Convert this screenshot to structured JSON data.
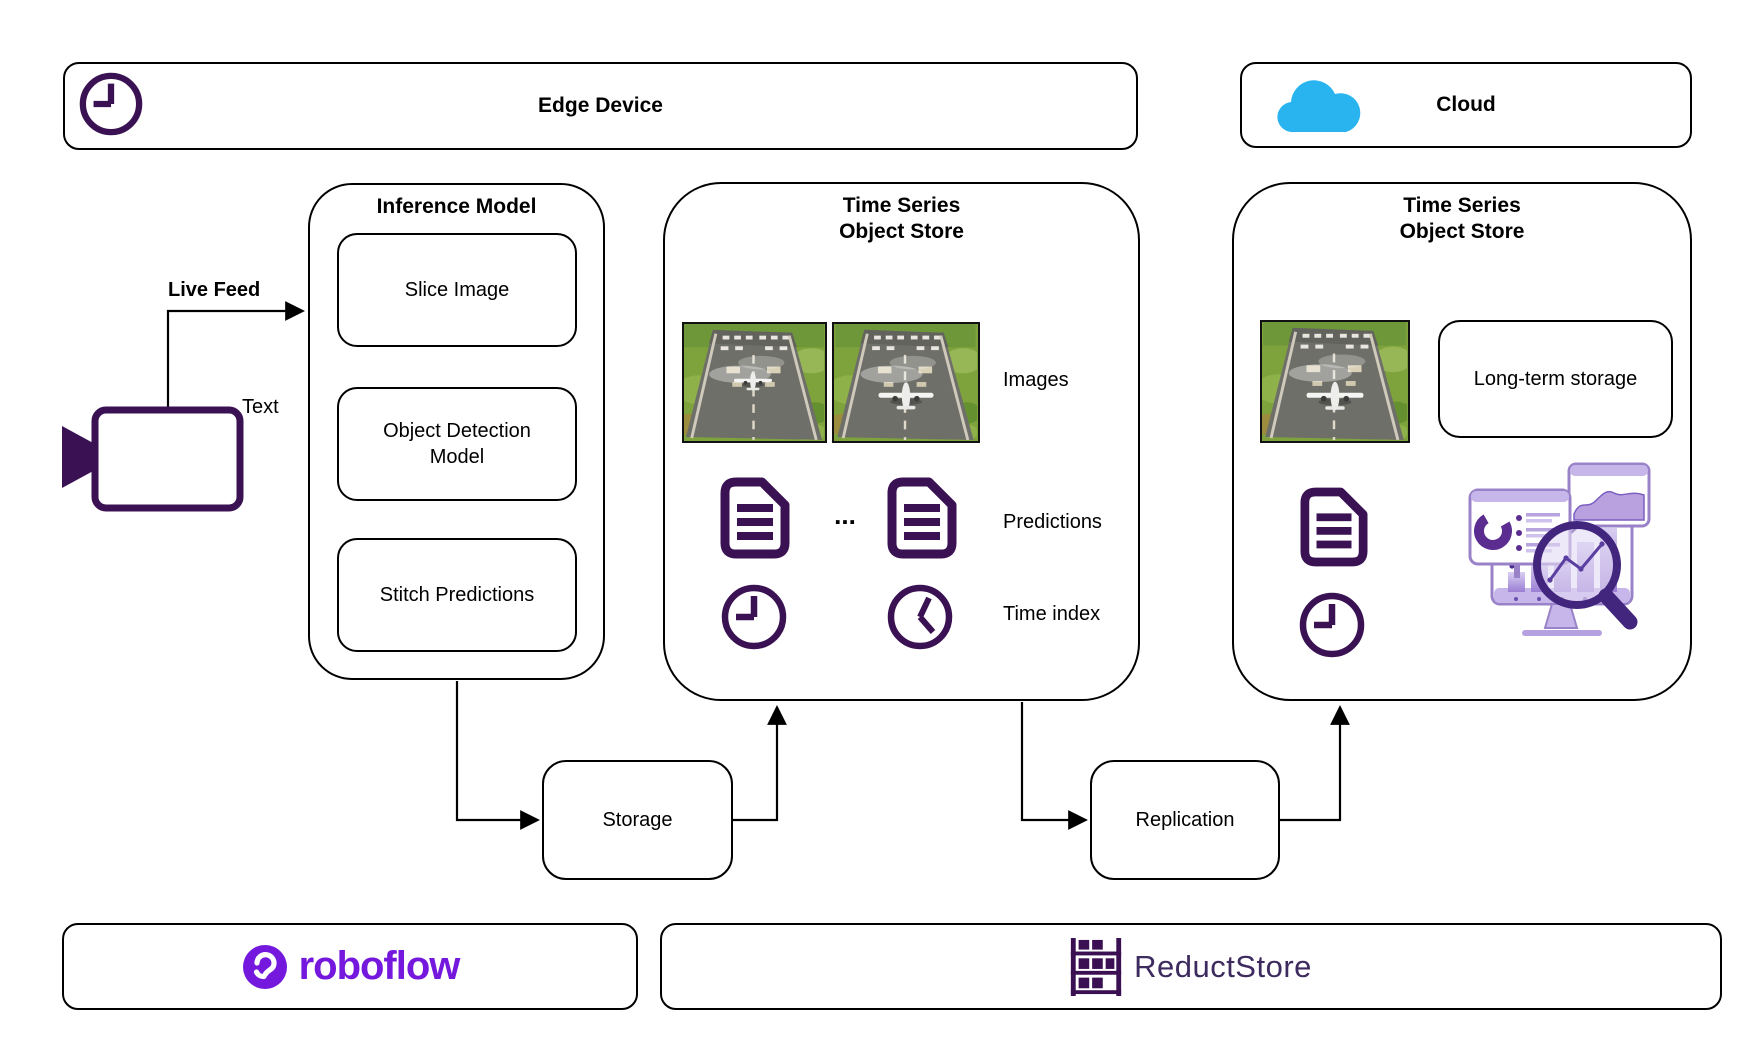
{
  "edge_device": {
    "label": "Edge Device"
  },
  "cloud": {
    "label": "Cloud"
  },
  "camera": {
    "live_feed_label": "Live Feed",
    "text_label": "Text"
  },
  "inference": {
    "title": "Inference Model",
    "steps": [
      "Slice Image",
      "Object Detection Model",
      "Stitch Predictions"
    ]
  },
  "edge_store": {
    "title_line1": "Time Series",
    "title_line2": "Object Store",
    "ellipsis": "...",
    "labels": {
      "images": "Images",
      "predictions": "Predictions",
      "time_index": "Time index"
    }
  },
  "cloud_store": {
    "title_line1": "Time Series",
    "title_line2": "Object Store",
    "long_term_label": "Long-term storage"
  },
  "flow": {
    "storage_label": "Storage",
    "replication_label": "Replication"
  },
  "logos": {
    "roboflow": "roboflow",
    "reductstore": "ReductStore"
  },
  "colors": {
    "icon_purple": "#3a1253",
    "roboflow_purple": "#7418dd",
    "reductstore_purple": "#3d2a5e",
    "cloud_blue": "#29b4f0",
    "line_black": "#000000"
  }
}
